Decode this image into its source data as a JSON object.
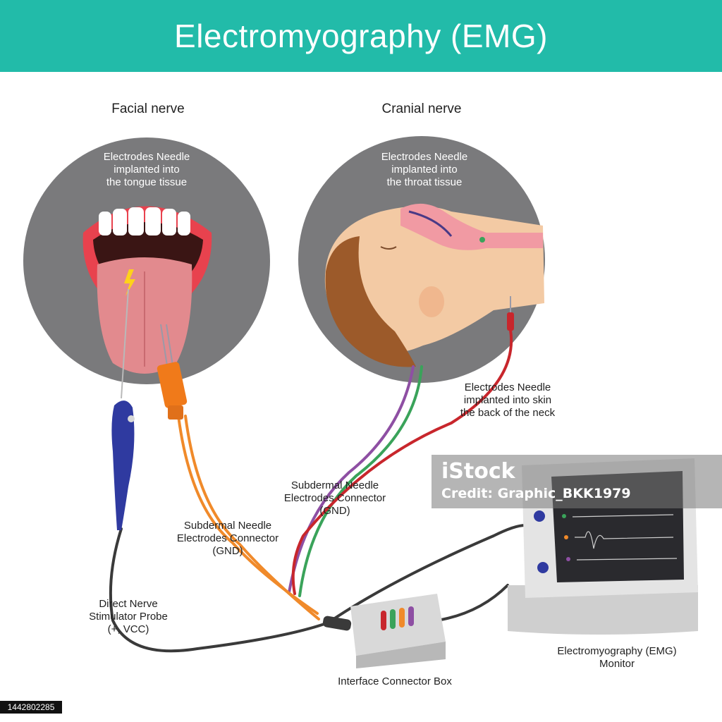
{
  "title": "Electromyography (EMG)",
  "sections": {
    "facial": "Facial nerve",
    "cranial": "Cranial nerve"
  },
  "labels": {
    "tongue_electrodes": "Electrodes Needle\nimplanted into\nthe tongue tissue",
    "throat_electrodes": "Electrodes Needle\nimplanted into\nthe throat tissue",
    "neck_electrodes": "Electrodes Needle\nimplanted into skin\nthe back of the neck",
    "subdermal_upper": "Subdermal Needle\nElectrodes Connector\n(GND)",
    "subdermal_lower": "Subdermal Needle\nElectrodes Connector\n(GND)",
    "stimulator_probe": "Direct Nerve\nStimulator Probe\n(+, VCC)",
    "interface_box": "Interface Connector Box",
    "emg_monitor": "Electromyography (EMG)\nMonitor"
  },
  "watermark": {
    "logo": "iStock",
    "credit": "Credit: Graphic_BKK1979"
  },
  "stock_id": "1442802285",
  "colors": {
    "banner": "#22bba9",
    "circle": "#7a7a7c",
    "purple_wire": "#8e4fa3",
    "green_wire": "#3aa35a",
    "red_wire": "#c8262c",
    "orange_wire": "#f08a2a",
    "probe_blue": "#2f3aa0",
    "screen": "#2a2a2e"
  }
}
